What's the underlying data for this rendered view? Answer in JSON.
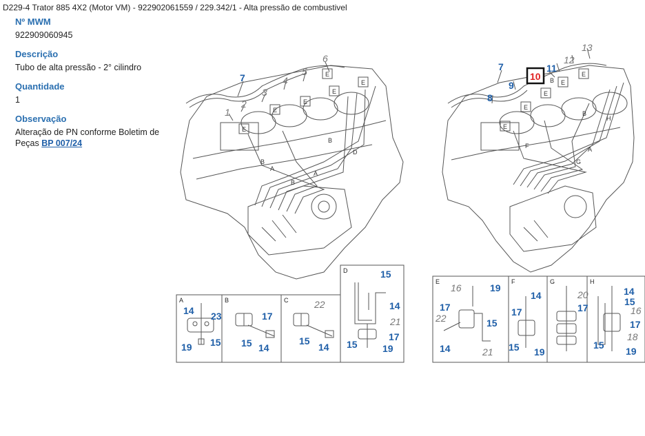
{
  "breadcrumb": "D229-4 Trator 885 4X2 (Motor VM) - 922902061559  /  229.342/1 - Alta pressão de combustivel",
  "part": {
    "mwm_label": "Nº MWM",
    "mwm_value": "922909060945",
    "desc_label": "Descrição",
    "desc_value": "Tubo de alta pressão - 2° cilindro",
    "qty_label": "Quantidade",
    "qty_value": "1",
    "obs_label": "Observação",
    "obs_text": "Alteração de PN conforme Boletim de Peças",
    "obs_link": "BP 007/24"
  },
  "diagram": {
    "left_callouts": {
      "c7": "7",
      "c6": "6",
      "c5": "5",
      "c4": "4",
      "c3": "3",
      "c2": "2",
      "c1": "1"
    },
    "right_callouts": {
      "c7": "7",
      "c9": "9",
      "c10": "10",
      "c11": "11",
      "c12": "12",
      "c13": "13",
      "c8": "8"
    },
    "detail_panels": {
      "A": {
        "letter": "A",
        "n1": "14",
        "n2": "23",
        "n3": "15",
        "n4": "19"
      },
      "B": {
        "letter": "B",
        "n1": "17",
        "n2": "15",
        "n3": "14"
      },
      "C": {
        "letter": "C",
        "n1": "22",
        "n2": "15",
        "n3": "14"
      },
      "D": {
        "letter": "D",
        "n1": "15",
        "n2": "14",
        "n3": "21",
        "n4": "17",
        "n5": "15",
        "n6": "19"
      },
      "E": {
        "letter": "E",
        "n1": "16",
        "n2": "19",
        "n3": "17",
        "n4": "22",
        "n5": "15",
        "n6": "14",
        "n7": "21"
      },
      "F": {
        "letter": "F",
        "n1": "14",
        "n2": "17",
        "n3": "15",
        "n4": "19"
      },
      "G": {
        "letter": "G",
        "n1": "20",
        "n2": "17"
      },
      "H": {
        "letter": "H",
        "n1": "14",
        "n2": "15",
        "n3": "16",
        "n4": "17",
        "n5": "18",
        "n6": "15",
        "n7": "19"
      }
    },
    "highlighted_callout": "10",
    "highlight_color": "#e02020",
    "callout_color": "#1f5fa8"
  }
}
